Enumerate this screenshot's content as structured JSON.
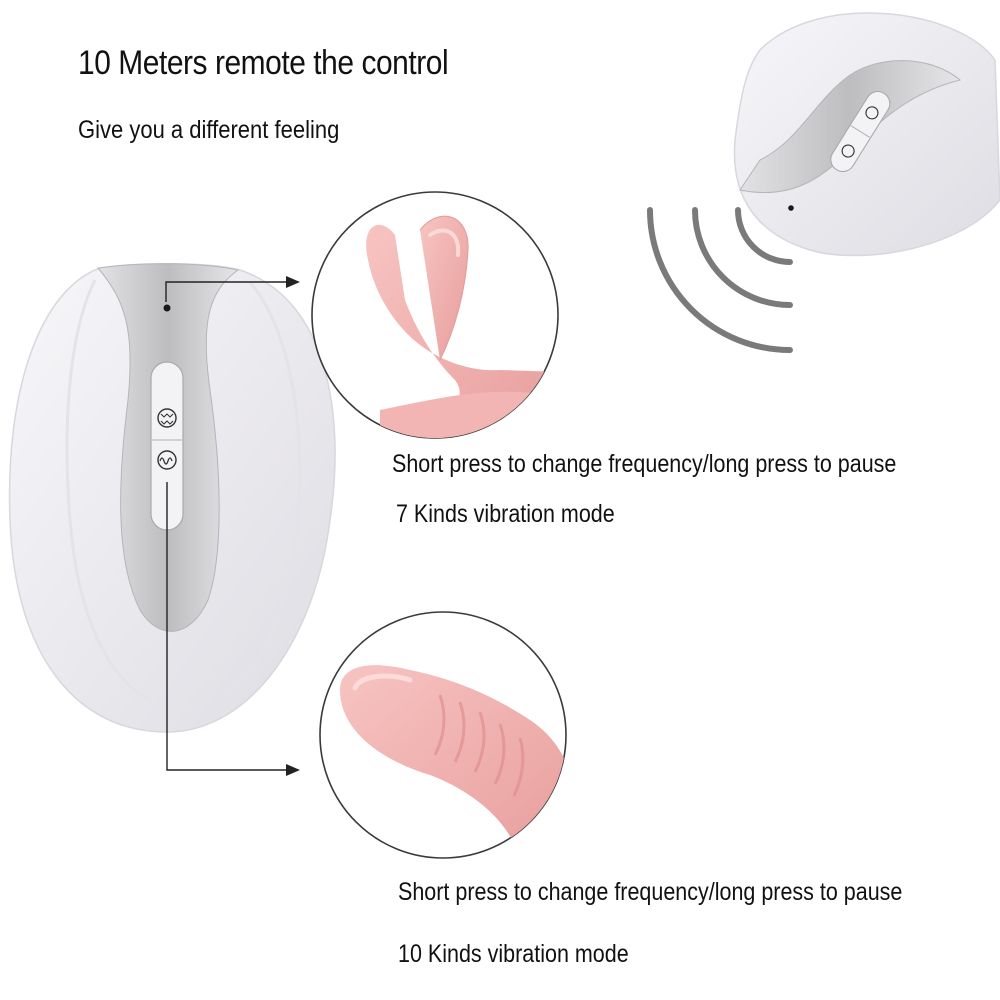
{
  "header": {
    "title": "10 Meters remote  the control",
    "subtitle": "Give you a different feeling"
  },
  "features": [
    {
      "instruction": "Short press to change frequency/long press to pause",
      "modes": "7 Kinds vibration mode"
    },
    {
      "instruction": "Short press to change frequency/long press to pause",
      "modes": "10 Kinds vibration mode"
    }
  ],
  "colors": {
    "product_pink": "#f1b3b1",
    "remote_white": "#f4f3f6",
    "panel_silver": "#c9c9cc",
    "text": "#111111"
  },
  "icons": [
    "vibration-wave-icon",
    "vibration-pulse-icon",
    "wireless-signal-icon",
    "arrow-right-icon"
  ]
}
